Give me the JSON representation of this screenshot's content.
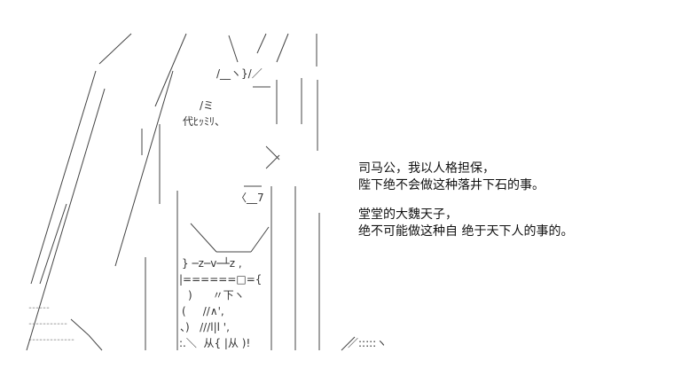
{
  "caption": {
    "lines": [
      "司马公，我以人格担保，",
      "陛下绝不会做这种落井下石的事。",
      "堂堂的大魏天子，",
      "绝不可能做这种自 绝于天下人的事的。"
    ]
  },
  "ascii_art": {
    "fragments": [
      "/ミ",
      "代ﾋｯﾐﾘ、",
      "〈__7",
      "} ─z─v─┴z ,",
      "|======□={",
      ")      〃下ヽ",
      "(     //∧',",
      "、)   ///l|l ',",
      ":.＼  从{ |从 )!",
      "/__ヽ}/／",
      "¨¨¨¨¨¨",
      "¨¨¨¨¨¨¨¨¨¨¨",
      "¨¨¨¨¨¨¨¨¨¨¨¨¨",
      "／:::::ヽ"
    ]
  }
}
